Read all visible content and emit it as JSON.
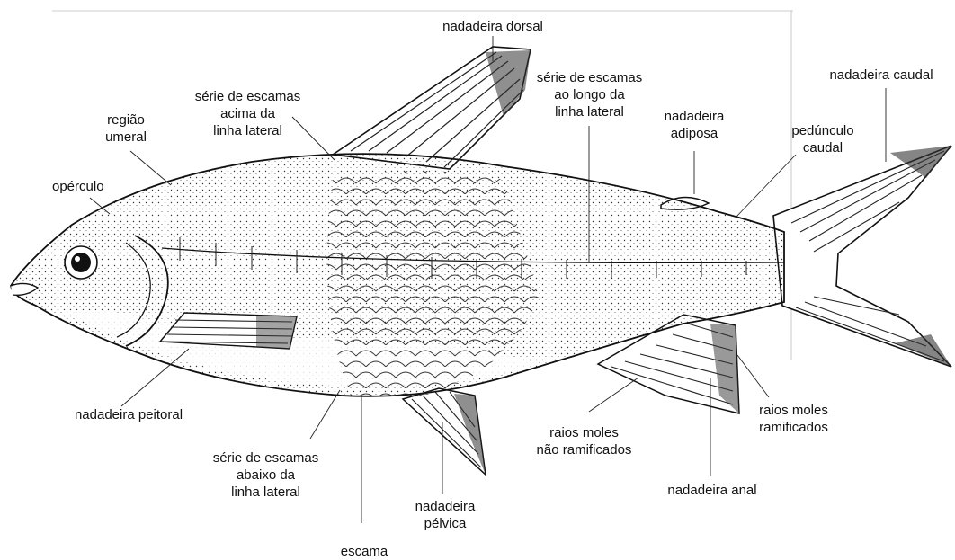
{
  "labels": {
    "dorsal_fin": "nadadeira dorsal",
    "caudal_fin": "nadadeira caudal",
    "lateral_line_series": [
      "série de escamas",
      "ao longo da",
      "linha lateral"
    ],
    "adipose_fin": [
      "nadadeira",
      "adiposa"
    ],
    "caudal_peduncle": [
      "pedúnculo",
      "caudal"
    ],
    "above_lateral_line": [
      "série de escamas",
      "acima da",
      "linha lateral"
    ],
    "humeral_region": [
      "região",
      "umeral"
    ],
    "operculum": "opérculo",
    "pectoral_fin": "nadadeira peitoral",
    "below_lateral_line": [
      "série de escamas",
      "abaixo da",
      "linha lateral"
    ],
    "scale": "escama",
    "pelvic_fin": [
      "nadadeira",
      "pélvica"
    ],
    "unbranched_soft_rays": [
      "raios moles",
      "não ramificados"
    ],
    "branched_soft_rays": [
      "raios moles",
      "ramificados"
    ],
    "anal_fin": "nadadeira anal"
  }
}
